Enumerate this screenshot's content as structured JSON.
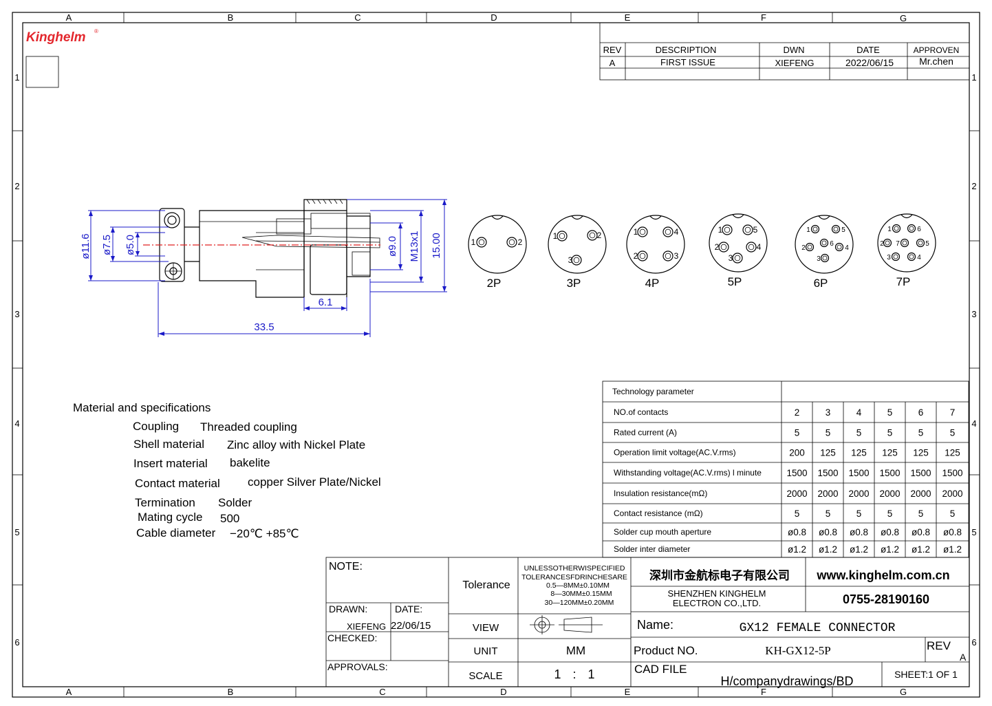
{
  "brand": {
    "logo_text": "Kinghelm",
    "logo_mark": "®",
    "logo_color": "#e3262c"
  },
  "grid": {
    "columns": [
      "A",
      "B",
      "C",
      "D",
      "E",
      "F",
      "G"
    ],
    "rows": [
      "1",
      "2",
      "3",
      "4",
      "5",
      "6"
    ]
  },
  "revision_table": {
    "headers": [
      "REV",
      "DESCRIPTION",
      "DWN",
      "DATE",
      "APPROVEN"
    ],
    "rows": [
      [
        "A",
        "FIRST  ISSUE",
        "XIEFENG",
        "2022/06/15",
        "Mr.chen"
      ]
    ]
  },
  "dimensions": {
    "d_outer": "ø11.6",
    "d_mid": "ø7.5",
    "d_inner": "ø5.0",
    "d_right": "ø9.0",
    "thread": "M13x1",
    "height": "15.00",
    "nut_len": "6.1",
    "total_len": "33.5"
  },
  "pin_layouts": [
    {
      "label": "2P",
      "pins": [
        "1",
        "2"
      ]
    },
    {
      "label": "3P",
      "pins": [
        "1",
        "2",
        "3"
      ]
    },
    {
      "label": "4P",
      "pins": [
        "1",
        "4",
        "2",
        "3"
      ]
    },
    {
      "label": "5P",
      "pins": [
        "1",
        "5",
        "2",
        "4",
        "3"
      ]
    },
    {
      "label": "6P",
      "pins": [
        "1",
        "5",
        "2",
        "6",
        "4",
        "3"
      ]
    },
    {
      "label": "7P",
      "pins": [
        "1",
        "6",
        "2",
        "7",
        "5",
        "3",
        "4"
      ]
    }
  ],
  "materials": {
    "heading": "Material and specifications",
    "items": [
      {
        "label": "Coupling",
        "value": "Threaded coupling"
      },
      {
        "label": "Shell material",
        "value": "Zinc alloy with Nickel  Plate"
      },
      {
        "label": "Insert material",
        "value": "bakelite"
      },
      {
        "label": "Contact material",
        "value": "copper Silver  Plate/Nickel"
      },
      {
        "label": "Termination",
        "value": "Solder"
      },
      {
        "label": "Mating cycle",
        "value": "500"
      },
      {
        "label": "Cable diameter",
        "value": "−20℃ +85℃"
      }
    ]
  },
  "tech_params": {
    "title": "Technology parameter",
    "rows": [
      {
        "label": "NO.of contacts",
        "values": [
          "2",
          "3",
          "4",
          "5",
          "6",
          "7"
        ]
      },
      {
        "label": "Rated current (A)",
        "values": [
          "5",
          "5",
          "5",
          "5",
          "5",
          "5"
        ]
      },
      {
        "label": "Operation limit voltage(AC.V.rms)",
        "values": [
          "200",
          "125",
          "125",
          "125",
          "125",
          "125"
        ]
      },
      {
        "label": "Withstanding voltage(AC.V.rms) l minute",
        "values": [
          "1500",
          "1500",
          "1500",
          "1500",
          "1500",
          "1500"
        ]
      },
      {
        "label": "Insulation resistance(mΩ)",
        "values": [
          "2000",
          "2000",
          "2000",
          "2000",
          "2000",
          "2000"
        ]
      },
      {
        "label": "Contact resistance (mΩ)",
        "values": [
          "5",
          "5",
          "5",
          "5",
          "5",
          "5"
        ]
      },
      {
        "label": "Solder cup mouth aperture",
        "values": [
          "ø0.8",
          "ø0.8",
          "ø0.8",
          "ø0.8",
          "ø0.8",
          "ø0.8"
        ]
      },
      {
        "label": "Solder inter diameter",
        "values": [
          "ø1.2",
          "ø1.2",
          "ø1.2",
          "ø1.2",
          "ø1.2",
          "ø1.2"
        ]
      }
    ]
  },
  "title_block": {
    "note_label": "NOTE:",
    "drawn_label": "DRAWN:",
    "drawn_value": "XIEFENG",
    "date_label": "DATE:",
    "date_value": "22/06/15",
    "checked_label": "CHECKED:",
    "approvals_label": "APPROVALS:",
    "tolerance_label": "Tolerance",
    "tolerance_lines": [
      "UNLESSOTHERWISPECIFIED",
      "TOLERANCESFDRINCHESARE",
      "0.5—8MM±0.10MM",
      "8—30MM±0.15MM",
      "30—120MM±0.20MM"
    ],
    "view_label": "VIEW",
    "unit_label": "UNIT",
    "unit_value": "MM",
    "scale_label": "SCALE",
    "scale_value": "1 : 1",
    "company_cn": "深圳市金航标电子有限公司",
    "company_en_1": "SHENZHEN KINGHELM",
    "company_en_2": "ELECTRON CO.,LTD.",
    "website": "www.kinghelm.com.cn",
    "phone": "0755-28190160",
    "name_label": "Name:",
    "name_value": "GX12 FEMALE CONNECTOR",
    "product_label": "Product NO.",
    "product_value": "KH-GX12-5P",
    "rev_label": "REV",
    "rev_value": "A",
    "cad_label": "CAD FILE",
    "cad_value": "H/companydrawings/BD",
    "sheet_value": "SHEET:1  OF  1"
  }
}
